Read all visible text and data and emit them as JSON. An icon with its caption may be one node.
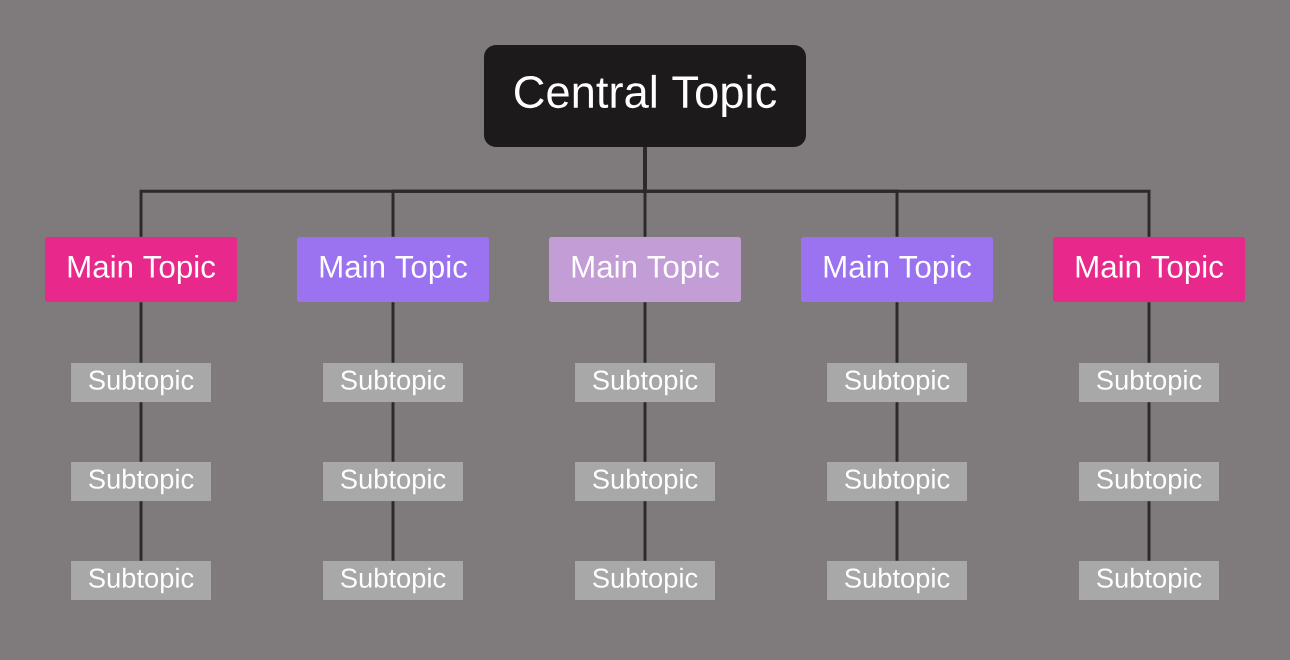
{
  "diagram": {
    "nodes": [
      {
        "text": [
          "Central Topic"
        ]
      },
      {
        "text": [
          "Main Topic"
        ]
      },
      {
        "text": [
          "Main Topic"
        ]
      },
      {
        "text": [
          "Main Topic"
        ]
      },
      {
        "text": [
          "Main Topic"
        ]
      },
      {
        "text": [
          "Main Topic"
        ]
      },
      {
        "text": [
          "Subtopic"
        ]
      },
      {
        "text": [
          "Subtopic"
        ]
      },
      {
        "text": [
          "Subtopic"
        ]
      },
      {
        "text": [
          "Subtopic"
        ]
      },
      {
        "text": [
          "Subtopic"
        ]
      },
      {
        "text": [
          "Subtopic"
        ]
      },
      {
        "text": [
          "Subtopic"
        ]
      },
      {
        "text": [
          "Subtopic"
        ]
      },
      {
        "text": [
          "Subtopic"
        ]
      },
      {
        "text": [
          "Subtopic"
        ]
      },
      {
        "text": [
          "Subtopic"
        ]
      },
      {
        "text": [
          "Subtopic"
        ]
      },
      {
        "text": [
          "Subtopic"
        ]
      },
      {
        "text": [
          "Subtopic"
        ]
      },
      {
        "text": [
          "Subtopic"
        ]
      }
    ],
    "edges": [
      {
        "from": 0,
        "to": 1,
        "arrow": "none"
      },
      {
        "from": 0,
        "to": 2,
        "arrow": "none"
      },
      {
        "from": 0,
        "to": 3,
        "arrow": "none"
      },
      {
        "from": 0,
        "to": 4,
        "arrow": "none"
      },
      {
        "from": 0,
        "to": 5,
        "arrow": "none"
      },
      {
        "from": 1,
        "to": 6,
        "arrow": "none"
      },
      {
        "from": 2,
        "to": 7,
        "arrow": "none"
      },
      {
        "from": 3,
        "to": 8,
        "arrow": "none"
      },
      {
        "from": 4,
        "to": 9,
        "arrow": "none"
      },
      {
        "from": 5,
        "to": 10,
        "arrow": "none"
      },
      {
        "from": 6,
        "to": 11,
        "arrow": "none"
      },
      {
        "from": 7,
        "to": 12,
        "arrow": "none"
      },
      {
        "from": 8,
        "to": 13,
        "arrow": "none"
      },
      {
        "from": 9,
        "to": 14,
        "arrow": "none"
      },
      {
        "from": 10,
        "to": 15,
        "arrow": "none"
      },
      {
        "from": 11,
        "to": 16,
        "arrow": "none"
      },
      {
        "from": 12,
        "to": 17,
        "arrow": "none"
      },
      {
        "from": 13,
        "to": 18,
        "arrow": "none"
      },
      {
        "from": 14,
        "to": 19,
        "arrow": "none"
      },
      {
        "from": 15,
        "to": 20,
        "arrow": "none"
      }
    ]
  }
}
